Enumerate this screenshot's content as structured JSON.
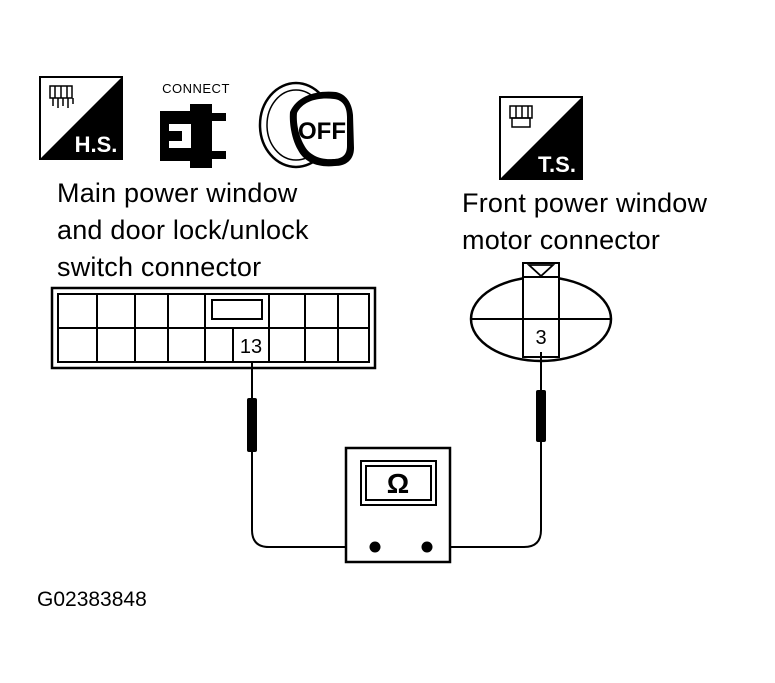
{
  "icons": {
    "hs_label": "H.S.",
    "connect_label": "CONNECT",
    "off_label": "OFF",
    "ts_label": "T.S."
  },
  "left_connector": {
    "title_lines": [
      "Main power window",
      "and door lock/unlock",
      "switch connector"
    ],
    "terminal": "13"
  },
  "right_connector": {
    "title_lines": [
      "Front power window",
      "motor connector"
    ],
    "terminal": "3"
  },
  "meter": {
    "symbol": "Ω"
  },
  "figure_code": "G02383848"
}
